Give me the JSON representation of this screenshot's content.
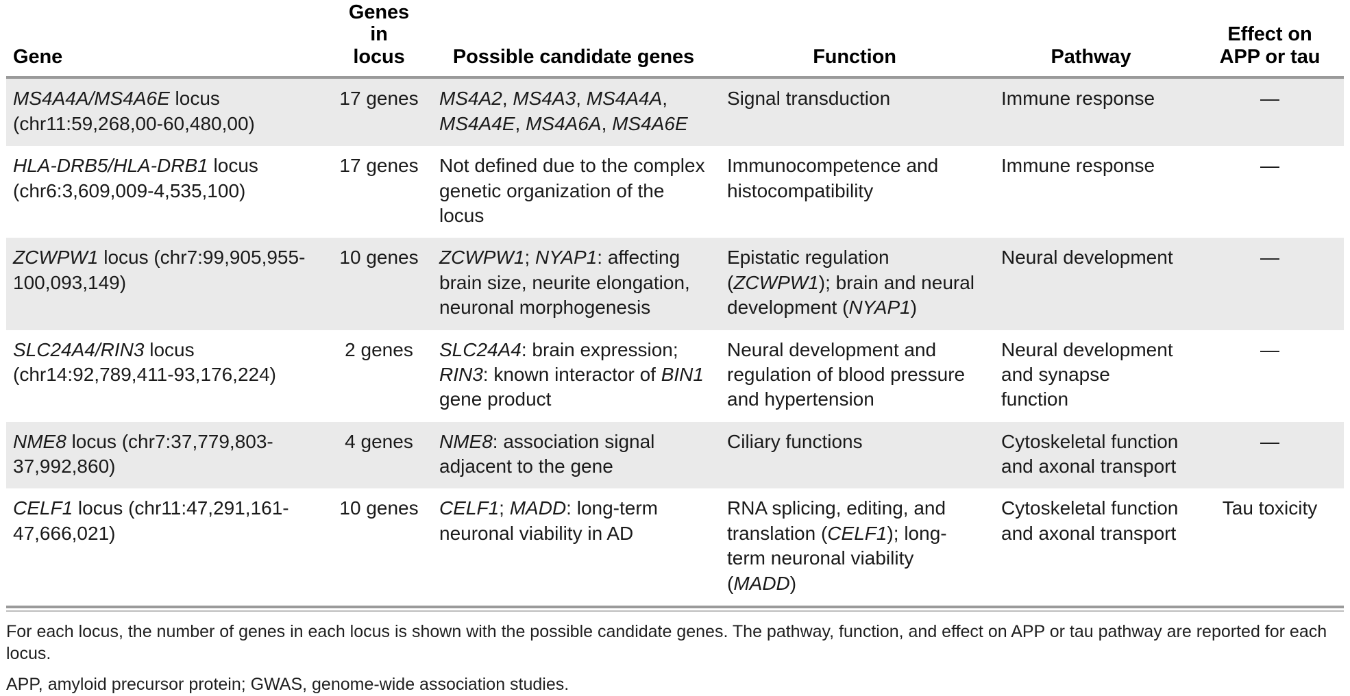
{
  "table": {
    "columns": [
      {
        "key": "gene",
        "label": "Gene"
      },
      {
        "key": "count",
        "label": "Genes in\nlocus"
      },
      {
        "key": "cand",
        "label": "Possible candidate genes"
      },
      {
        "key": "func",
        "label": "Function"
      },
      {
        "key": "path",
        "label": "Pathway"
      },
      {
        "key": "effect",
        "label": "Effect on\nAPP or tau"
      }
    ],
    "header": {
      "gene": "Gene",
      "count_line1": "Genes in",
      "count_line2": "locus",
      "cand": "Possible candidate genes",
      "func": "Function",
      "path": "Pathway",
      "effect_line1": "Effect on",
      "effect_line2": "APP or tau"
    },
    "rows": [
      {
        "gene_italic": "MS4A4A/MS4A6E",
        "gene_rest": " locus (chr11:59,268,00-60,480,00)",
        "count": "17 genes",
        "cand": "MS4A2, MS4A3, MS4A4A, MS4A4E, MS4A6A, MS4A6E",
        "func": "Signal transduction",
        "path": "Immune response",
        "effect": "—"
      },
      {
        "gene_italic": "HLA-DRB5/HLA-DRB1",
        "gene_rest": " locus (chr6:3,609,009-4,535,100)",
        "count": "17 genes",
        "cand": "Not defined due to the complex genetic organization of the locus",
        "func": "Immunocompetence and histocompatibility",
        "path": "Immune response",
        "effect": "—"
      },
      {
        "gene_italic": "ZCWPW1",
        "gene_rest": " locus (chr7:99,905,955-100,093,149)",
        "count": "10 genes",
        "cand": "ZCWPW1; NYAP1: affecting brain size, neurite elongation, neuronal morphogenesis",
        "func": "Epistatic regulation (ZCWPW1); brain and neural development (NYAP1)",
        "path": "Neural development",
        "effect": "—"
      },
      {
        "gene_italic": "SLC24A4/RIN3",
        "gene_rest": " locus (chr14:92,789,411-93,176,224)",
        "count": "2 genes",
        "cand": "SLC24A4: brain expression; RIN3: known interactor of BIN1 gene product",
        "func": "Neural development and regulation of blood pressure and hypertension",
        "path": "Neural development and synapse function",
        "effect": "—"
      },
      {
        "gene_italic": "NME8",
        "gene_rest": " locus (chr7:37,779,803-37,992,860)",
        "count": "4 genes",
        "cand": "NME8: association signal adjacent to the gene",
        "func": "Ciliary functions",
        "path": "Cytoskeletal function and axonal transport",
        "effect": "—"
      },
      {
        "gene_italic": "CELF1",
        "gene_rest": " locus (chr11:47,291,161-47,666,021)",
        "count": "10 genes",
        "cand": "CELF1; MADD: long-term neuronal viability in AD",
        "func": "RNA splicing, editing, and translation (CELF1); long-term neuronal viability (MADD)",
        "path": "Cytoskeletal function and axonal transport",
        "effect": "Tau toxicity"
      }
    ]
  },
  "footnotes": {
    "note1": "For each locus, the number of genes in each locus is shown with the possible candidate genes. The pathway, function, and effect on APP or tau pathway are reported for each locus.",
    "note2": "APP, amyloid precursor protein; GWAS, genome-wide association studies."
  },
  "colors": {
    "row_shade": "#eaeaea",
    "rule": "#9a9a9a",
    "rule_thin": "#bdbdbd",
    "text": "#1a1a1a"
  }
}
